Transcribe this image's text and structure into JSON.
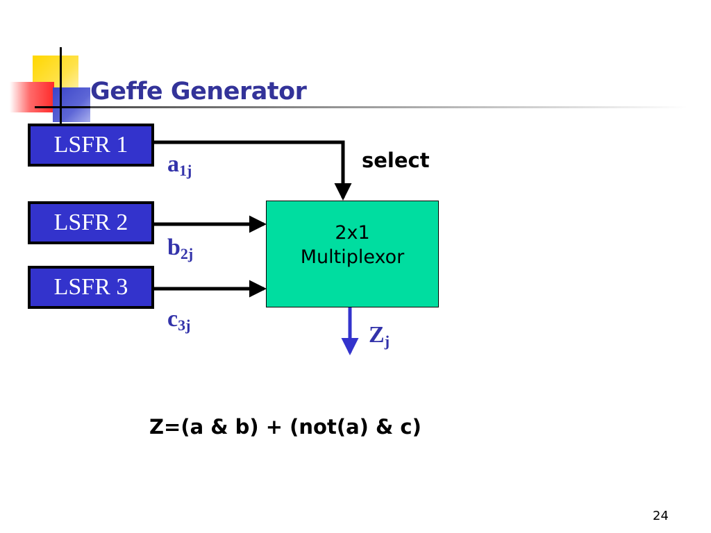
{
  "slide": {
    "title": "Geffe Generator",
    "page_number": "24"
  },
  "lfsrs": [
    {
      "label": "LSFR 1"
    },
    {
      "label": "LSFR 2"
    },
    {
      "label": "LSFR 3"
    }
  ],
  "signals": {
    "a": {
      "base": "a",
      "sub": "1j"
    },
    "b": {
      "base": "b",
      "sub": "2j"
    },
    "c": {
      "base": "c",
      "sub": "3j"
    },
    "z": {
      "base": "Z",
      "sub": "j"
    }
  },
  "select_label": "select",
  "mux": {
    "line1": "2x1",
    "line2": "Multiplexor"
  },
  "equation": "Z=(a & b) + (not(a) & c)",
  "colors": {
    "title": "#333399",
    "lfsr_fill": "#3333cc",
    "mux_fill": "#00dda0",
    "signal_label": "#3333aa",
    "output_arrow": "#3333cc"
  }
}
